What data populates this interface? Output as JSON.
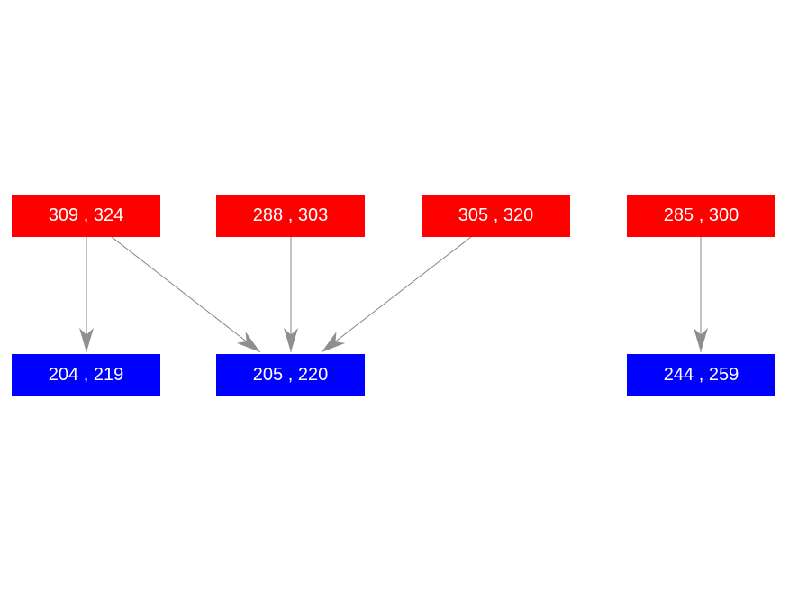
{
  "diagram": {
    "description": "Two rows of interval boxes; red source intervals on top connected by gray arrows to blue target intervals below",
    "top_row": {
      "nodes": [
        {
          "id": "A",
          "label": "309 , 324"
        },
        {
          "id": "B",
          "label": "288 , 303"
        },
        {
          "id": "C",
          "label": "305 , 320"
        },
        {
          "id": "D",
          "label": "285 , 300"
        }
      ]
    },
    "bottom_row": {
      "nodes": [
        {
          "id": "E",
          "label": "204 , 219"
        },
        {
          "id": "F",
          "label": "205 , 220"
        },
        {
          "id": "G",
          "label": "244 , 259"
        }
      ]
    },
    "edges": [
      {
        "from": "A",
        "to": "E"
      },
      {
        "from": "A",
        "to": "F"
      },
      {
        "from": "B",
        "to": "F"
      },
      {
        "from": "C",
        "to": "F"
      },
      {
        "from": "D",
        "to": "G"
      }
    ],
    "colors": {
      "background": "#ffffff",
      "top_node_fill": "#ff0000",
      "bottom_node_fill": "#0000ff",
      "node_text": "#ffffff",
      "edge_line": "#848484",
      "arrowhead": "#8f8f8f"
    }
  }
}
